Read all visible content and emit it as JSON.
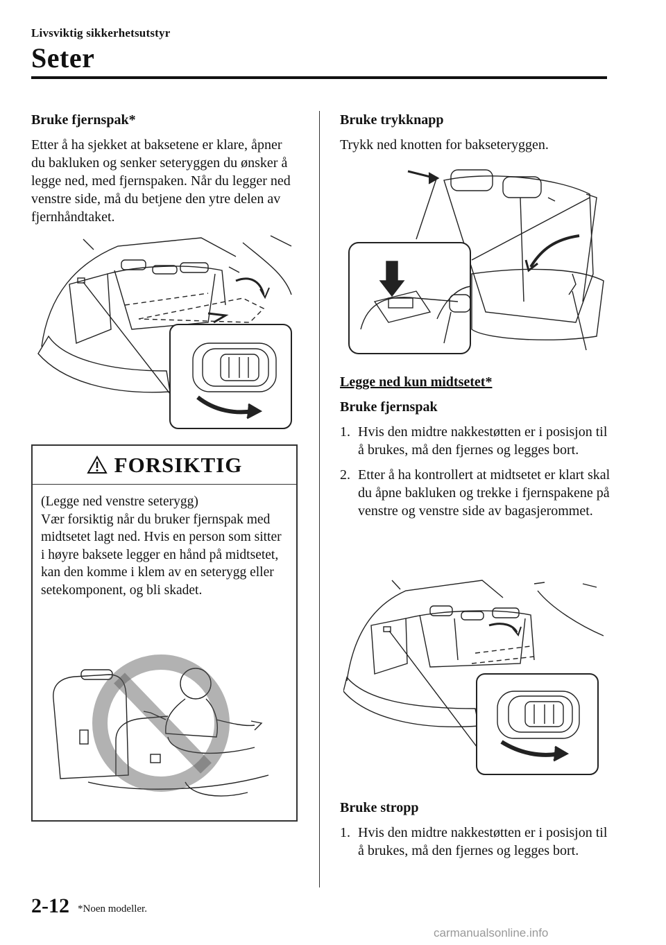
{
  "header": {
    "section_label": "Livsviktig sikkerhetsutstyr",
    "title": "Seter"
  },
  "left": {
    "heading": "Bruke fjernspak*",
    "paragraph": "Etter å ha sjekket at baksetene er klare, åpner du bakluken og senker seteryggen du ønsker å legge ned, med fjernspaken. Når du legger ned venstre side, må du betjene den ytre delen av fjernhåndtaket.",
    "caution": {
      "title": "FORSIKTIG",
      "line1": "(Legge ned venstre seterygg)",
      "text": "Vær forsiktig når du bruker fjernspak med midtsetet lagt ned. Hvis en person som sitter i høyre baksete legger en hånd på midtsetet, kan den komme i klem av en seterygg eller setekomponent, og bli skadet."
    }
  },
  "right": {
    "heading1": "Bruke trykknapp",
    "para1": "Trykk ned knotten for bakseteryggen.",
    "subheading": "Legge ned kun midtsetet*",
    "heading2": "Bruke fjernspak",
    "list1": [
      {
        "num": "1.",
        "text": "Hvis den midtre nakkestøtten er i posisjon til å brukes, må den fjernes og legges bort."
      },
      {
        "num": "2.",
        "text": "Etter å ha kontrollert at midtsetet er klart skal du åpne bakluken og trekke i fjernspakene på venstre og venstre side av bagasjerommet."
      }
    ],
    "heading3": "Bruke stropp",
    "list2": [
      {
        "num": "1.",
        "text": "Hvis den midtre nakkestøtten er i posisjon til å brukes, må den fjernes og legges bort."
      }
    ]
  },
  "footer": {
    "page_number": "2-12",
    "footnote": "*Noen modeller.",
    "watermark": "carmanualsonline.info"
  }
}
